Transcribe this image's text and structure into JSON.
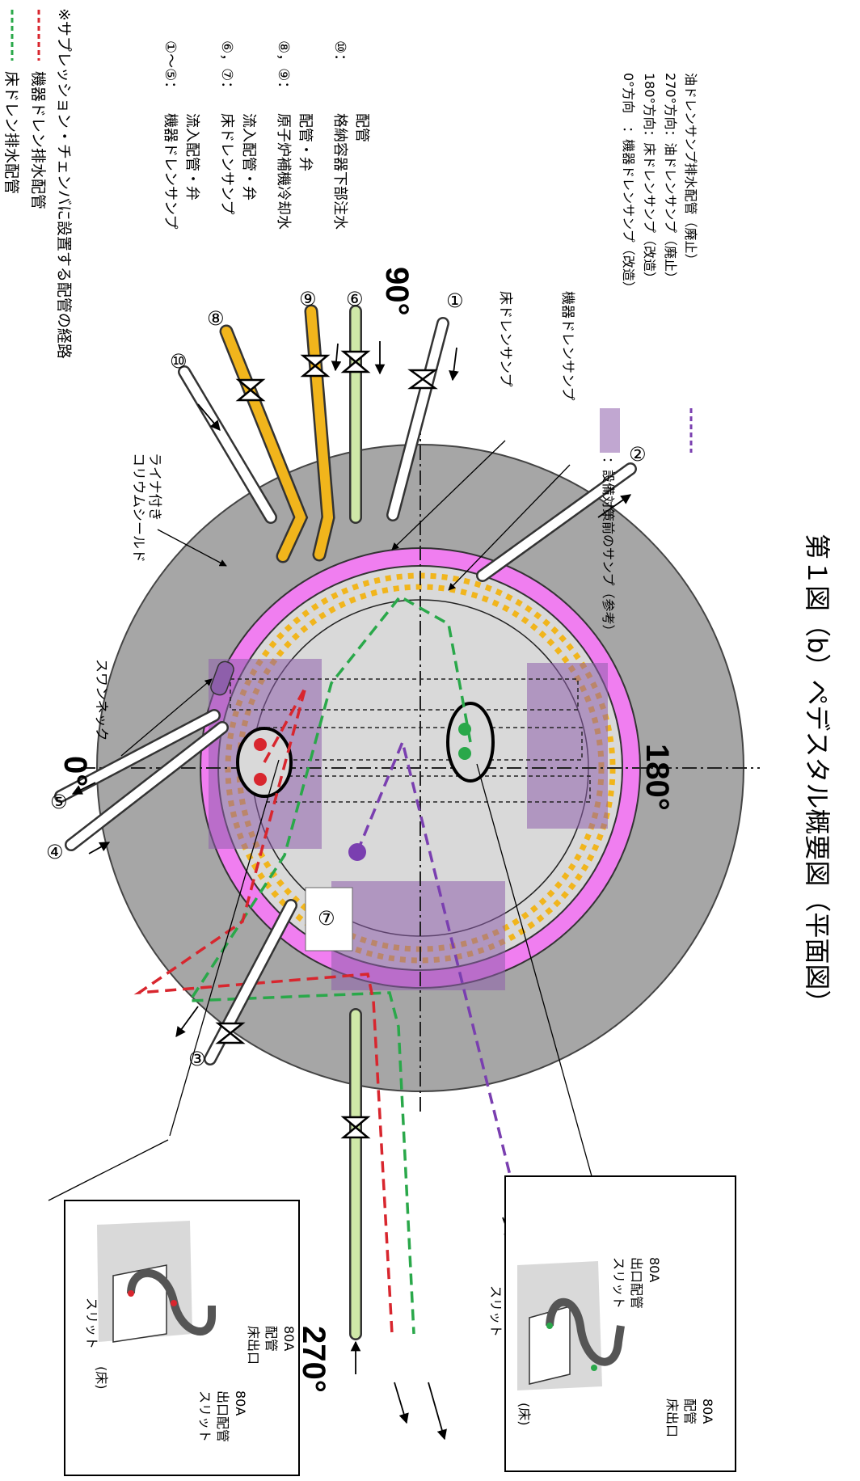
{
  "legend_top": {
    "green_line": "床ドレン排水配管",
    "red_line": "機器ドレン排水配管",
    "note": "※サプレッション・チェンバに設置する配管の経路"
  },
  "pipe_list": [
    {
      "num": "①～⑤：",
      "desc1": "機器ドレンサンプ",
      "desc2": "流入配管・弁"
    },
    {
      "num": "⑥，⑦：",
      "desc1": "床ドレンサンプ",
      "desc2": "流入配管・弁"
    },
    {
      "num": "⑧，⑨：",
      "desc1": "原子炉補機冷却水",
      "desc2": "配管・弁"
    },
    {
      "num": "⑩：",
      "desc1": "格納容器下部注水",
      "desc2": "配管"
    }
  ],
  "legend_bottom": {
    "sump_title": "：設備対策前のサンプ（参考）",
    "sump_0": "0°方向　：機器ドレンサンプ（改造）",
    "sump_180": "180°方向：床ドレンサンプ（改造）",
    "sump_270": "270°方向：油ドレンサンプ（廃止）",
    "oil_line": "油ドレンサンプ排水配管（廃止）"
  },
  "angles": {
    "a0": "0°",
    "a90": "90°",
    "a180": "180°",
    "a270": "270°"
  },
  "labels": {
    "swan_neck": "スワンネック",
    "liner_1": "コリウムシールド",
    "liner_2": "ライナ付き",
    "floor_sump": "床ドレンサンプ",
    "equip_sump": "機器ドレンサンプ"
  },
  "pipe_numbers": {
    "n1": "①",
    "n2": "②",
    "n3": "③",
    "n4": "④",
    "n5": "⑤",
    "n6": "⑥",
    "n7": "⑦",
    "n8": "⑧",
    "n9": "⑨",
    "n10": "⑩"
  },
  "inset_left": {
    "slit": "スリット",
    "floor": "(床)",
    "slit_pipe": [
      "スリット",
      "出口配管",
      "80A"
    ],
    "floor_pipe": [
      "床出口",
      "配管",
      "80A"
    ]
  },
  "inset_right": {
    "slit": "スリット",
    "floor": "(床)",
    "slit_pipe": [
      "スリット",
      "出口配管",
      "80A"
    ],
    "floor_pipe": [
      "床出口",
      "配管",
      "80A"
    ]
  },
  "caption": "第１図（b）ペデスタル概要図（平面図）",
  "colors": {
    "floor_drain": "#2aa84a",
    "equip_drain": "#d8262e",
    "oil_drain": "#7a3fb0",
    "liner": "#f07ef0",
    "yellow_pipe": "#f1b51c",
    "light_green_pipe": "#cfe8a8",
    "sump_fill": "#8e5fab",
    "outer_ring": "#a6a6a6",
    "floor": "#d9d9d9"
  }
}
